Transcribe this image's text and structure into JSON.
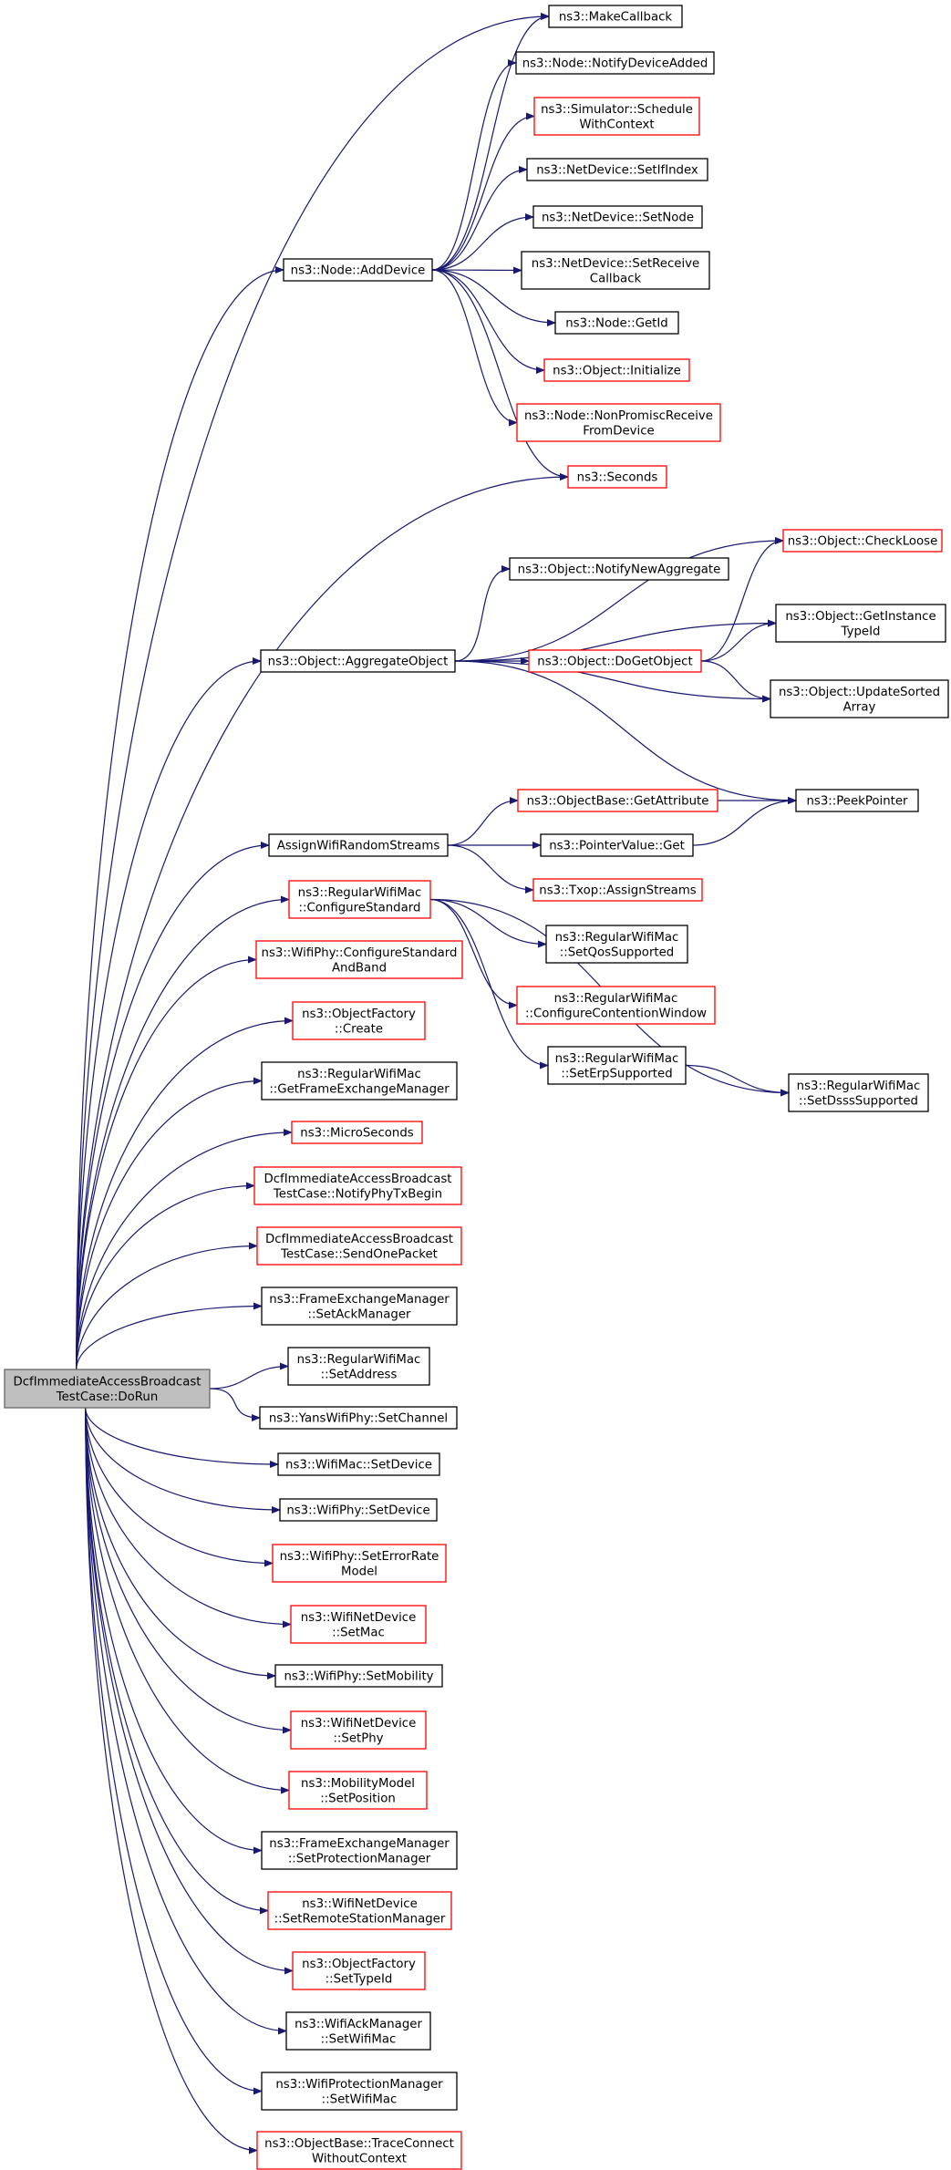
{
  "style": {
    "edge_color": "#191970",
    "node_border": "#000000",
    "node_border_incomplete": "#ff0000",
    "node_fill": "#ffffff",
    "root_fill": "#bfbfbf",
    "root_border": "#666666"
  },
  "nodes": [
    {
      "id": "root",
      "lines": [
        "DcfImmediateAccessBroadcast",
        "TestCase::DoRun"
      ],
      "kind": "root"
    },
    {
      "id": "addDevice",
      "lines": [
        "ns3::Node::AddDevice"
      ],
      "kind": "normal"
    },
    {
      "id": "makeCallback",
      "lines": [
        "ns3::MakeCallback"
      ],
      "kind": "normal"
    },
    {
      "id": "notifyDeviceAdded",
      "lines": [
        "ns3::Node::NotifyDeviceAdded"
      ],
      "kind": "normal"
    },
    {
      "id": "scheduleWithContext",
      "lines": [
        "ns3::Simulator::Schedule",
        "WithContext"
      ],
      "kind": "red"
    },
    {
      "id": "setIfIndex",
      "lines": [
        "ns3::NetDevice::SetIfIndex"
      ],
      "kind": "normal"
    },
    {
      "id": "setNode",
      "lines": [
        "ns3::NetDevice::SetNode"
      ],
      "kind": "normal"
    },
    {
      "id": "setReceiveCallback",
      "lines": [
        "ns3::NetDevice::SetReceive",
        "Callback"
      ],
      "kind": "normal"
    },
    {
      "id": "getId",
      "lines": [
        "ns3::Node::GetId"
      ],
      "kind": "normal"
    },
    {
      "id": "initialize",
      "lines": [
        "ns3::Object::Initialize"
      ],
      "kind": "red"
    },
    {
      "id": "nonPromisc",
      "lines": [
        "ns3::Node::NonPromiscReceive",
        "FromDevice"
      ],
      "kind": "red"
    },
    {
      "id": "seconds",
      "lines": [
        "ns3::Seconds"
      ],
      "kind": "red"
    },
    {
      "id": "checkLoose",
      "lines": [
        "ns3::Object::CheckLoose"
      ],
      "kind": "red"
    },
    {
      "id": "notifyNewAggregate",
      "lines": [
        "ns3::Object::NotifyNewAggregate"
      ],
      "kind": "normal"
    },
    {
      "id": "getInstanceTypeId",
      "lines": [
        "ns3::Object::GetInstance",
        "TypeId"
      ],
      "kind": "normal"
    },
    {
      "id": "aggregateObject",
      "lines": [
        "ns3::Object::AggregateObject"
      ],
      "kind": "normal"
    },
    {
      "id": "doGetObject",
      "lines": [
        "ns3::Object::DoGetObject"
      ],
      "kind": "red"
    },
    {
      "id": "updateSortedArray",
      "lines": [
        "ns3::Object::UpdateSorted",
        "Array"
      ],
      "kind": "normal"
    },
    {
      "id": "getAttribute",
      "lines": [
        "ns3::ObjectBase::GetAttribute"
      ],
      "kind": "red"
    },
    {
      "id": "peekPointer",
      "lines": [
        "ns3::PeekPointer"
      ],
      "kind": "normal"
    },
    {
      "id": "assignRandom",
      "lines": [
        "AssignWifiRandomStreams"
      ],
      "kind": "normal"
    },
    {
      "id": "pointerValueGet",
      "lines": [
        "ns3::PointerValue::Get"
      ],
      "kind": "normal"
    },
    {
      "id": "txopAssign",
      "lines": [
        "ns3::Txop::AssignStreams"
      ],
      "kind": "red"
    },
    {
      "id": "configureStandard",
      "lines": [
        "ns3::RegularWifiMac",
        "::ConfigureStandard"
      ],
      "kind": "red"
    },
    {
      "id": "setQosSupported",
      "lines": [
        "ns3::RegularWifiMac",
        "::SetQosSupported"
      ],
      "kind": "normal"
    },
    {
      "id": "configureContention",
      "lines": [
        "ns3::RegularWifiMac",
        "::ConfigureContentionWindow"
      ],
      "kind": "red"
    },
    {
      "id": "setErpSupported",
      "lines": [
        "ns3::RegularWifiMac",
        "::SetErpSupported"
      ],
      "kind": "normal"
    },
    {
      "id": "setDsssSupported",
      "lines": [
        "ns3::RegularWifiMac",
        "::SetDsssSupported"
      ],
      "kind": "normal"
    },
    {
      "id": "configureStandardBand",
      "lines": [
        "ns3::WifiPhy::ConfigureStandard",
        "AndBand"
      ],
      "kind": "red"
    },
    {
      "id": "objectFactoryCreate",
      "lines": [
        "ns3::ObjectFactory",
        "::Create"
      ],
      "kind": "red"
    },
    {
      "id": "getFrameExchangeManager",
      "lines": [
        "ns3::RegularWifiMac",
        "::GetFrameExchangeManager"
      ],
      "kind": "normal"
    },
    {
      "id": "microSeconds",
      "lines": [
        "ns3::MicroSeconds"
      ],
      "kind": "red"
    },
    {
      "id": "notifyPhyTxBegin",
      "lines": [
        "DcfImmediateAccessBroadcast",
        "TestCase::NotifyPhyTxBegin"
      ],
      "kind": "red"
    },
    {
      "id": "sendOnePacket",
      "lines": [
        "DcfImmediateAccessBroadcast",
        "TestCase::SendOnePacket"
      ],
      "kind": "red"
    },
    {
      "id": "setAckManager",
      "lines": [
        "ns3::FrameExchangeManager",
        "::SetAckManager"
      ],
      "kind": "normal"
    },
    {
      "id": "setAddress",
      "lines": [
        "ns3::RegularWifiMac",
        "::SetAddress"
      ],
      "kind": "normal"
    },
    {
      "id": "setChannel",
      "lines": [
        "ns3::YansWifiPhy::SetChannel"
      ],
      "kind": "normal"
    },
    {
      "id": "wifiMacSetDevice",
      "lines": [
        "ns3::WifiMac::SetDevice"
      ],
      "kind": "normal"
    },
    {
      "id": "wifiPhySetDevice",
      "lines": [
        "ns3::WifiPhy::SetDevice"
      ],
      "kind": "normal"
    },
    {
      "id": "setErrorRateModel",
      "lines": [
        "ns3::WifiPhy::SetErrorRate",
        "Model"
      ],
      "kind": "red"
    },
    {
      "id": "setMac",
      "lines": [
        "ns3::WifiNetDevice",
        "::SetMac"
      ],
      "kind": "red"
    },
    {
      "id": "setMobility",
      "lines": [
        "ns3::WifiPhy::SetMobility"
      ],
      "kind": "normal"
    },
    {
      "id": "setPhy",
      "lines": [
        "ns3::WifiNetDevice",
        "::SetPhy"
      ],
      "kind": "red"
    },
    {
      "id": "setPosition",
      "lines": [
        "ns3::MobilityModel",
        "::SetPosition"
      ],
      "kind": "red"
    },
    {
      "id": "setProtectionManager",
      "lines": [
        "ns3::FrameExchangeManager",
        "::SetProtectionManager"
      ],
      "kind": "normal"
    },
    {
      "id": "setRemoteStation",
      "lines": [
        "ns3::WifiNetDevice",
        "::SetRemoteStationManager"
      ],
      "kind": "red"
    },
    {
      "id": "setTypeId",
      "lines": [
        "ns3::ObjectFactory",
        "::SetTypeId"
      ],
      "kind": "red"
    },
    {
      "id": "ackSetWifiMac",
      "lines": [
        "ns3::WifiAckManager",
        "::SetWifiMac"
      ],
      "kind": "normal"
    },
    {
      "id": "protSetWifiMac",
      "lines": [
        "ns3::WifiProtectionManager",
        "::SetWifiMac"
      ],
      "kind": "normal"
    },
    {
      "id": "traceConnect",
      "lines": [
        "ns3::ObjectBase::TraceConnect",
        "WithoutContext"
      ],
      "kind": "red"
    }
  ],
  "edges": [
    [
      "root",
      "addDevice"
    ],
    [
      "root",
      "makeCallback"
    ],
    [
      "root",
      "seconds"
    ],
    [
      "root",
      "aggregateObject"
    ],
    [
      "root",
      "assignRandom"
    ],
    [
      "root",
      "configureStandard"
    ],
    [
      "root",
      "configureStandardBand"
    ],
    [
      "root",
      "objectFactoryCreate"
    ],
    [
      "root",
      "getFrameExchangeManager"
    ],
    [
      "root",
      "microSeconds"
    ],
    [
      "root",
      "notifyPhyTxBegin"
    ],
    [
      "root",
      "sendOnePacket"
    ],
    [
      "root",
      "setAckManager"
    ],
    [
      "root",
      "setAddress"
    ],
    [
      "root",
      "setChannel"
    ],
    [
      "root",
      "wifiMacSetDevice"
    ],
    [
      "root",
      "wifiPhySetDevice"
    ],
    [
      "root",
      "setErrorRateModel"
    ],
    [
      "root",
      "setMac"
    ],
    [
      "root",
      "setMobility"
    ],
    [
      "root",
      "setPhy"
    ],
    [
      "root",
      "setPosition"
    ],
    [
      "root",
      "setProtectionManager"
    ],
    [
      "root",
      "setRemoteStation"
    ],
    [
      "root",
      "setTypeId"
    ],
    [
      "root",
      "ackSetWifiMac"
    ],
    [
      "root",
      "protSetWifiMac"
    ],
    [
      "root",
      "traceConnect"
    ],
    [
      "addDevice",
      "makeCallback"
    ],
    [
      "addDevice",
      "notifyDeviceAdded"
    ],
    [
      "addDevice",
      "scheduleWithContext"
    ],
    [
      "addDevice",
      "setIfIndex"
    ],
    [
      "addDevice",
      "setNode"
    ],
    [
      "addDevice",
      "setReceiveCallback"
    ],
    [
      "addDevice",
      "getId"
    ],
    [
      "addDevice",
      "initialize"
    ],
    [
      "addDevice",
      "nonPromisc"
    ],
    [
      "addDevice",
      "seconds"
    ],
    [
      "aggregateObject",
      "checkLoose"
    ],
    [
      "aggregateObject",
      "notifyNewAggregate"
    ],
    [
      "aggregateObject",
      "getInstanceTypeId"
    ],
    [
      "aggregateObject",
      "doGetObject"
    ],
    [
      "aggregateObject",
      "updateSortedArray"
    ],
    [
      "aggregateObject",
      "peekPointer"
    ],
    [
      "doGetObject",
      "checkLoose"
    ],
    [
      "doGetObject",
      "getInstanceTypeId"
    ],
    [
      "doGetObject",
      "updateSortedArray"
    ],
    [
      "assignRandom",
      "getAttribute"
    ],
    [
      "assignRandom",
      "pointerValueGet"
    ],
    [
      "assignRandom",
      "txopAssign"
    ],
    [
      "getAttribute",
      "peekPointer"
    ],
    [
      "pointerValueGet",
      "peekPointer"
    ],
    [
      "configureStandard",
      "setQosSupported"
    ],
    [
      "configureStandard",
      "configureContention"
    ],
    [
      "configureStandard",
      "setErpSupported"
    ],
    [
      "configureStandard",
      "setDsssSupported"
    ],
    [
      "setErpSupported",
      "setDsssSupported"
    ]
  ]
}
